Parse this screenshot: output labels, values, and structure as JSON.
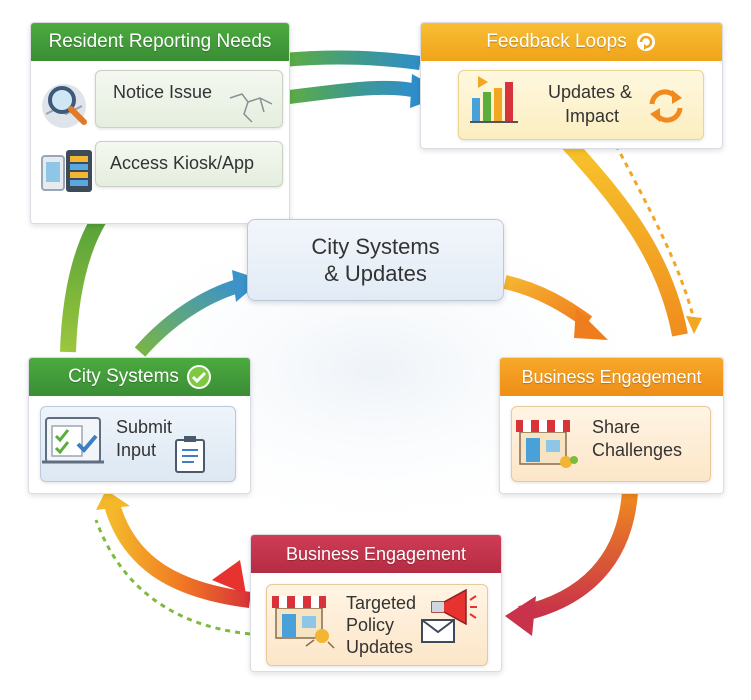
{
  "center": {
    "line1": "City Systems",
    "line2": "& Updates"
  },
  "panels": {
    "resident": {
      "header": "Resident Reporting Needs",
      "color": "#3f9a3a",
      "items": [
        "Notice Issue",
        "Access Kiosk/App"
      ]
    },
    "feedback": {
      "header": "Feedback Loops",
      "color": "#f4a91e",
      "item_line1": "Updates &",
      "item_line2": "Impact"
    },
    "city_systems": {
      "header": "City Systems",
      "color": "#3f9a3a",
      "item_line1": "Submit",
      "item_line2": "Input"
    },
    "business_right": {
      "header": "Business Engagement",
      "color": "#f39a1a",
      "item_line1": "Share",
      "item_line2": "Challenges"
    },
    "business_bottom": {
      "header": "Business Engagement",
      "color": "#c0334c",
      "item_line1": "Targeted",
      "item_line2": "Policy",
      "item_line3": "Updates"
    }
  },
  "icons": {
    "notice": "magnifier-crack-icon",
    "kiosk": "kiosk-phone-icon",
    "feedback_header": "refresh-icon",
    "updates": "bar-chart-refresh-icon",
    "city_header": "check-badge-icon",
    "submit": "checklist-clipboard-icon",
    "share": "storefront-icon",
    "targeted": "storefront-megaphone-icon"
  }
}
